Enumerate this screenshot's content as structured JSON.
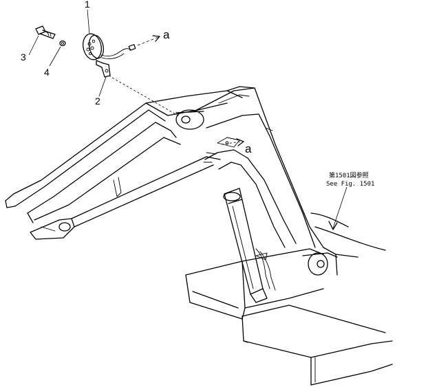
{
  "callouts": {
    "part1": "1",
    "part2": "2",
    "part3": "3",
    "part4": "4",
    "conn_a_top": "a",
    "conn_a_mid": "a"
  },
  "reference": {
    "jp": "第1501図参照",
    "en": "See Fig. 1501"
  }
}
